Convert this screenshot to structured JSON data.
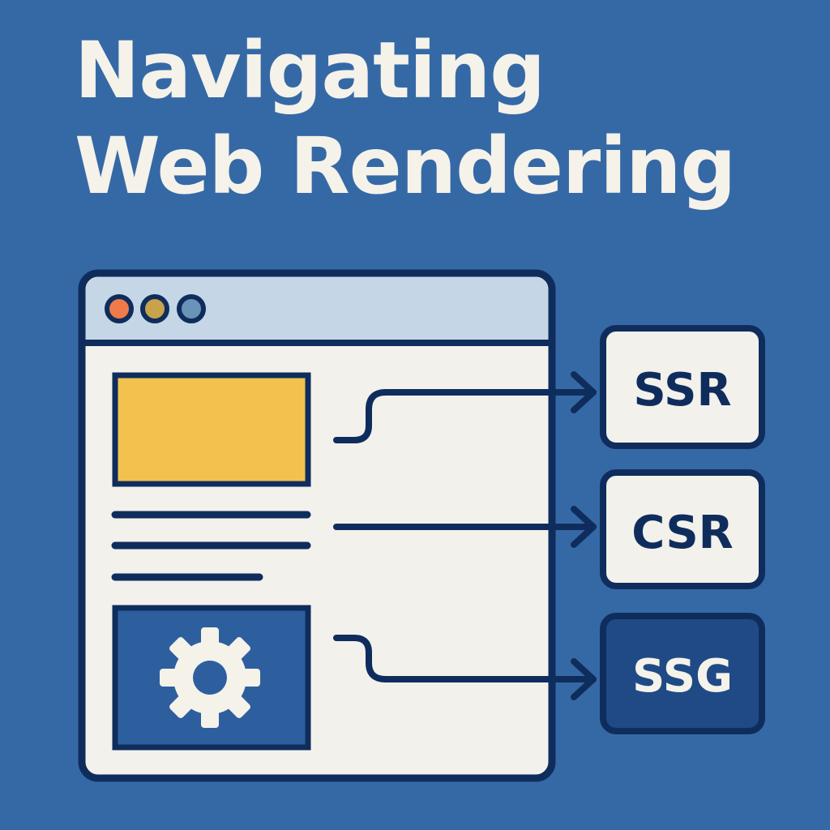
{
  "title": {
    "line1": "Navigating",
    "line2": "Web Rendering"
  },
  "colors": {
    "background": "#3569a6",
    "outline": "#0f2d5c",
    "window_fill": "#f3f1ec",
    "titlebar_fill": "#c5d6e6",
    "yellow_block": "#f2c14e",
    "dot_red": "#ef7a4a",
    "dot_yellow": "#c9a24c",
    "dot_blue": "#6a93b8",
    "ssg_fill": "#1f4a86",
    "text_light": "#f5f2ea"
  },
  "window": {
    "controls": [
      "close-dot",
      "minimize-dot",
      "maximize-dot"
    ],
    "content_blocks": [
      "image-block",
      "text-lines",
      "settings-panel"
    ],
    "panel_icon": "gear-icon"
  },
  "labels": [
    {
      "text": "SSR",
      "style": "light"
    },
    {
      "text": "CSR",
      "style": "light"
    },
    {
      "text": "SSG",
      "style": "dark"
    }
  ]
}
